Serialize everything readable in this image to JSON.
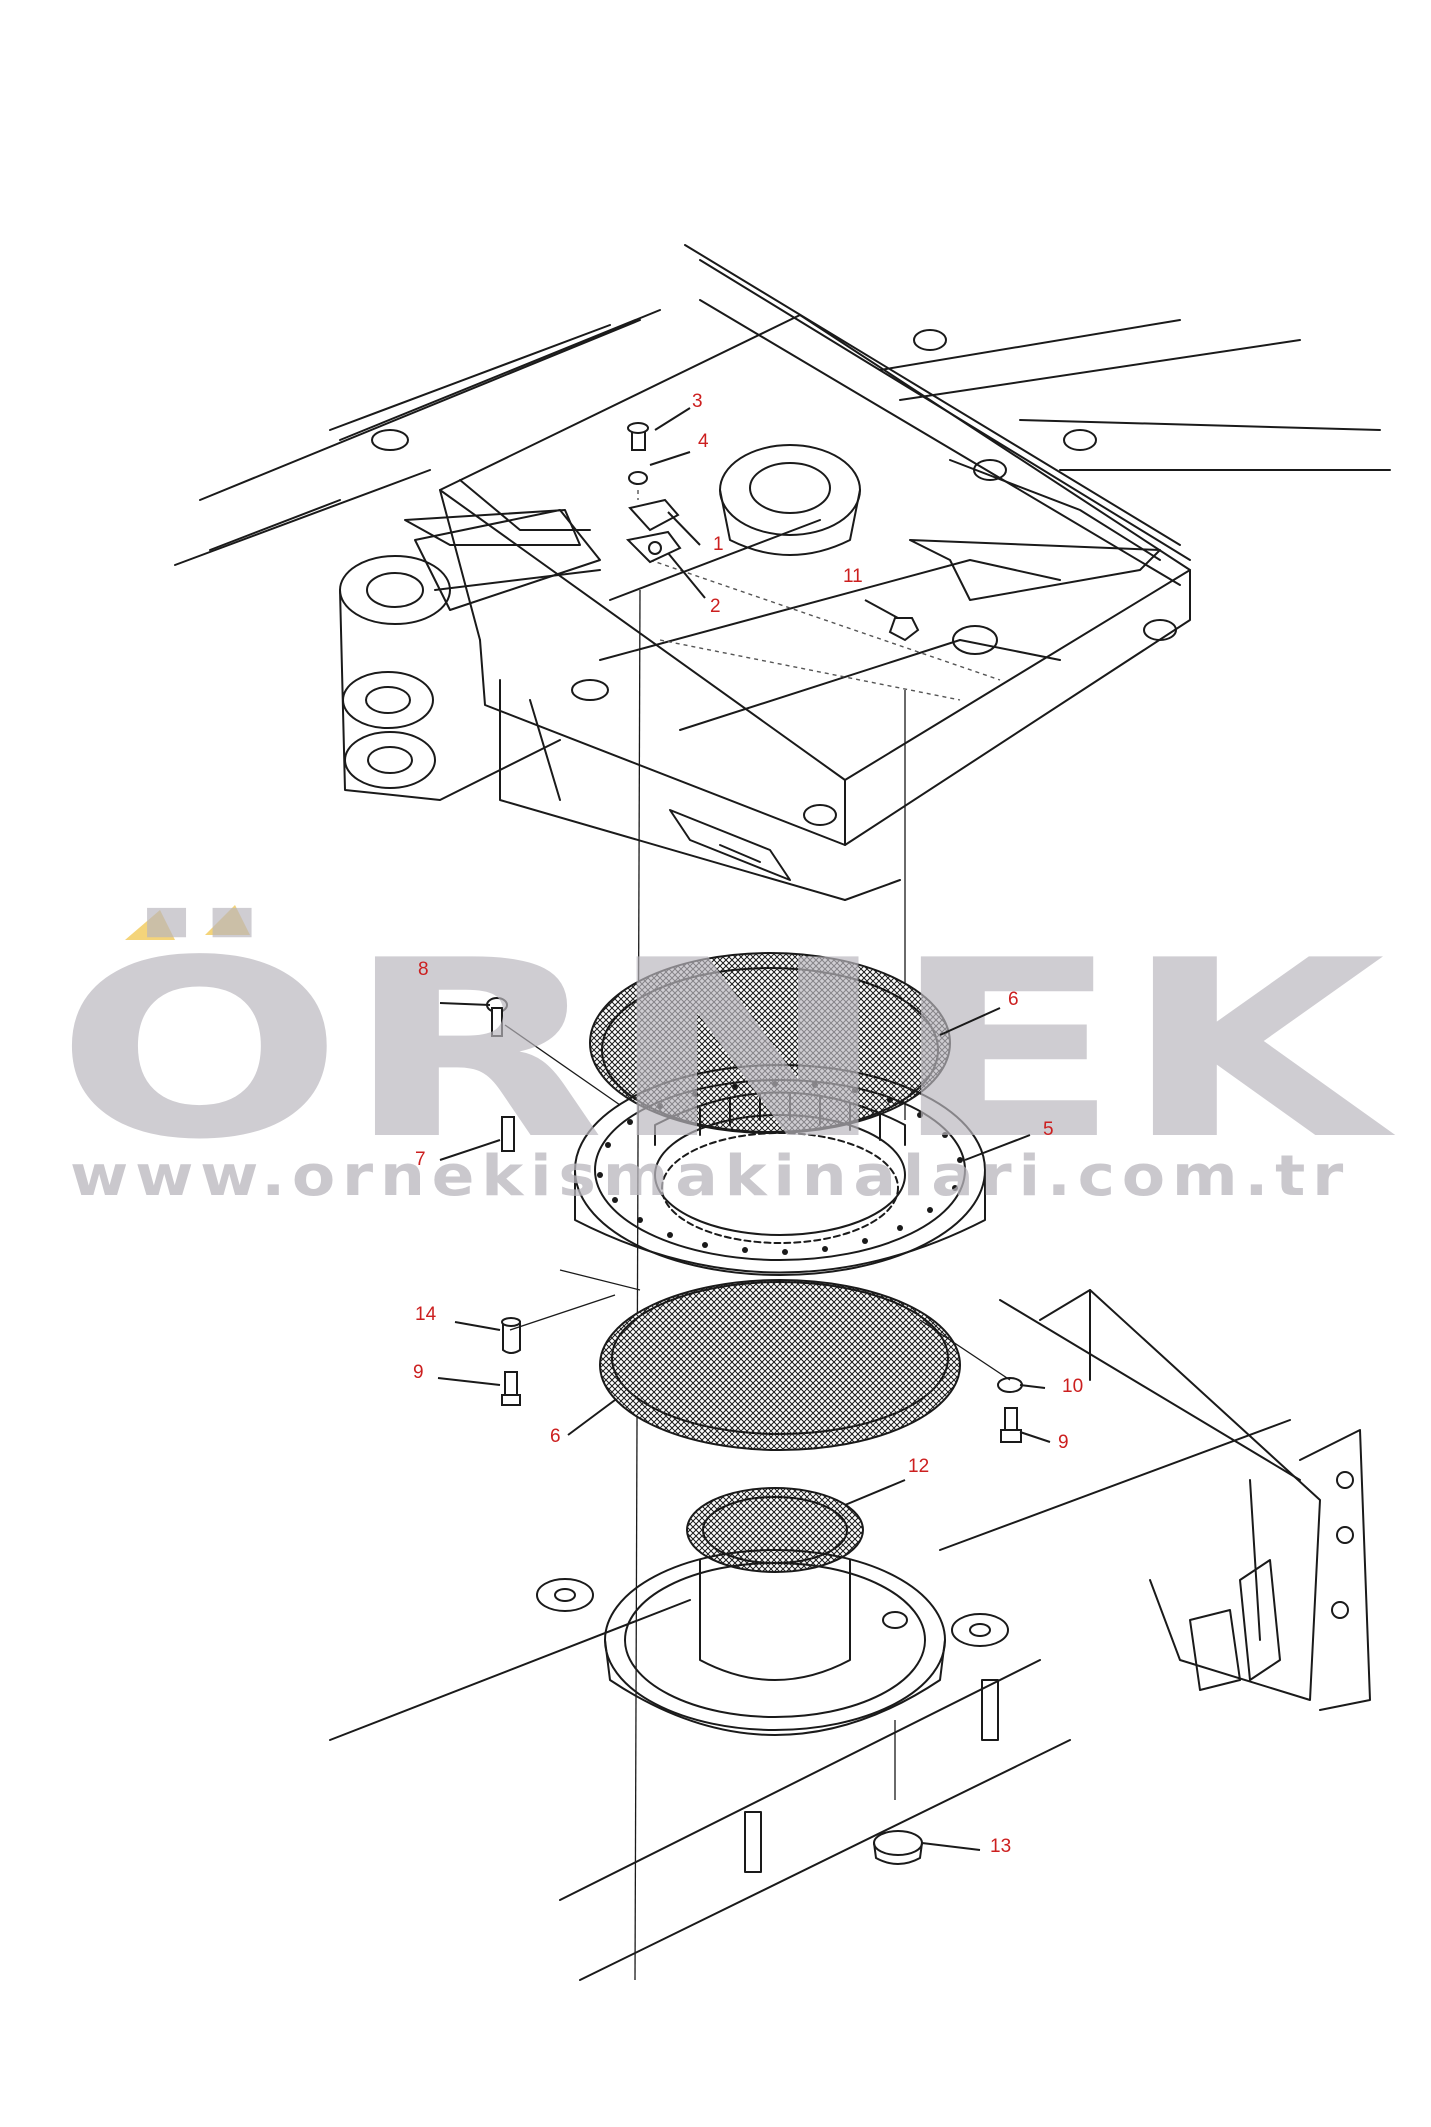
{
  "watermark": {
    "brand": "ÖRNEK",
    "url": "www.ornekismakinalari.com.tr",
    "accent_color": "#f4d47a",
    "text_color": "#b9b6bd"
  },
  "callout_color": "#cc1f1f",
  "callouts": {
    "c1": "1",
    "c2": "2",
    "c3": "3",
    "c4": "4",
    "c5": "5",
    "c6a": "6",
    "c6b": "6",
    "c7": "7",
    "c8": "8",
    "c9a": "9",
    "c9b": "9",
    "c10": "10",
    "c11": "11",
    "c12": "12",
    "c13": "13",
    "c14": "14"
  }
}
